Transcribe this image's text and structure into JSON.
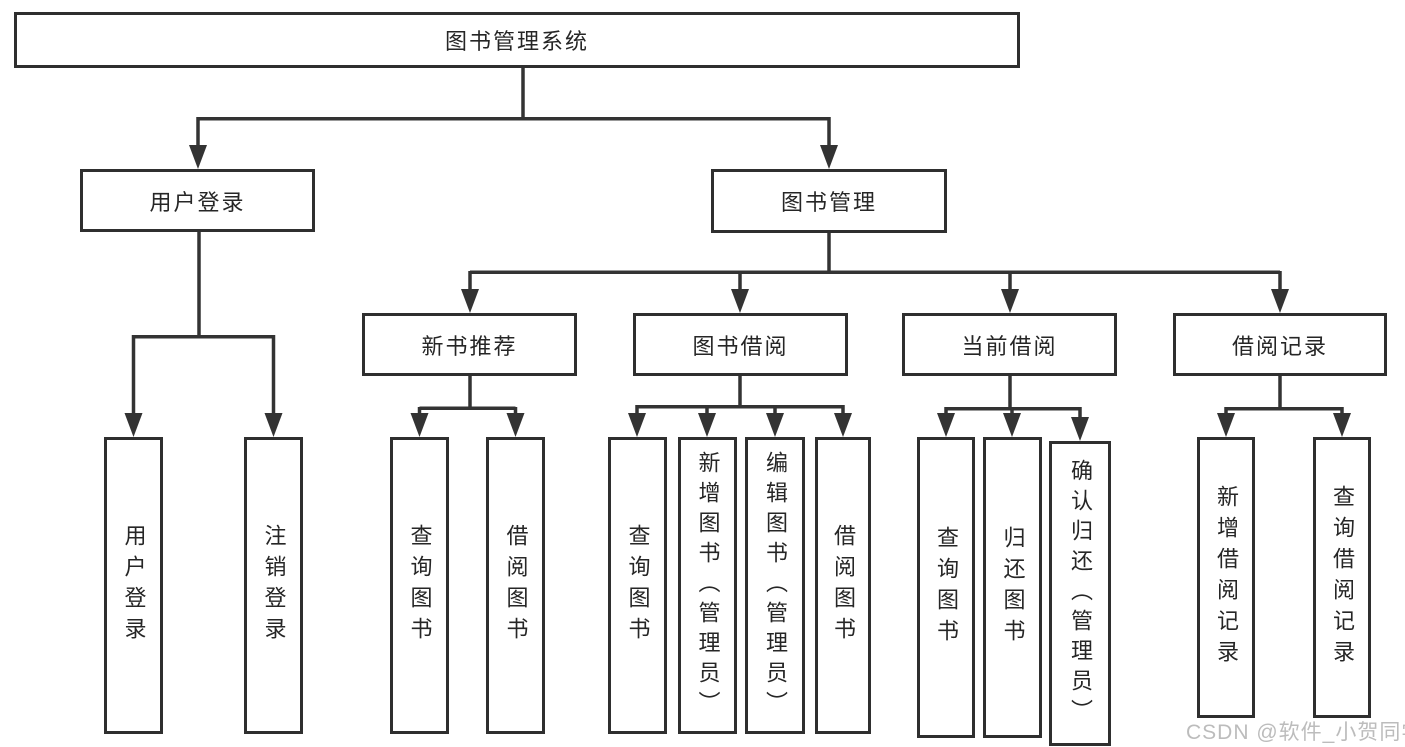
{
  "diagram": {
    "root": {
      "label": "图书管理系统"
    },
    "branches": [
      {
        "label": "用户登录",
        "children": [
          {
            "label": "用户登录"
          },
          {
            "label": "注销登录"
          }
        ]
      },
      {
        "label": "图书管理",
        "children": [
          {
            "label": "新书推荐",
            "children": [
              {
                "label": "查询图书"
              },
              {
                "label": "借阅图书"
              }
            ]
          },
          {
            "label": "图书借阅",
            "children": [
              {
                "label": "查询图书"
              },
              {
                "label": "新增图书（管理员）"
              },
              {
                "label": "编辑图书（管理员）"
              },
              {
                "label": "借阅图书"
              }
            ]
          },
          {
            "label": "当前借阅",
            "children": [
              {
                "label": "查询图书"
              },
              {
                "label": "归还图书"
              },
              {
                "label": "确认归还（管理员）"
              }
            ]
          },
          {
            "label": "借阅记录",
            "children": [
              {
                "label": "新增借阅记录"
              },
              {
                "label": "查询借阅记录"
              }
            ]
          }
        ]
      }
    ]
  },
  "watermark": {
    "text": "CSDN @软件_小贺同学"
  },
  "colors": {
    "line": "#333333",
    "box_border": "#2f2f2f",
    "text": "#262626",
    "watermark": "#bcbcbc",
    "background": "#ffffff"
  }
}
